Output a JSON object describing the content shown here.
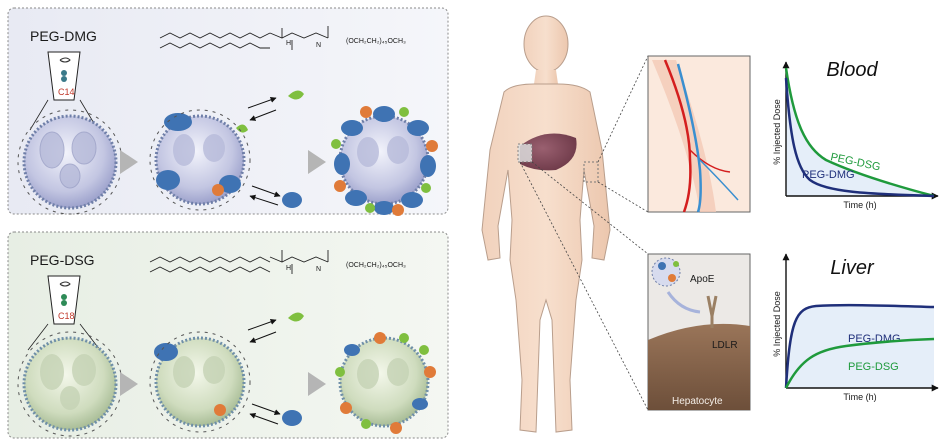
{
  "panels": {
    "top": {
      "peg_name": "PEG-DMG",
      "chain": "C14",
      "formula_tail": "(OCH₂CH₂)₄₅OCH₃"
    },
    "bottom": {
      "peg_name": "PEG-DSG",
      "chain": "C18",
      "formula_tail": "(OCH₂CH₂)₄₅OCH₃"
    }
  },
  "formula": {
    "h": "H",
    "n": "N"
  },
  "liver_cell": {
    "apoe": "ApoE",
    "ldlr": "LDLR",
    "hepatocyte": "Hepatocyte"
  },
  "charts": [
    {
      "title": "Blood",
      "ylabel": "% Injected Dose",
      "xlabel": "Time (h)",
      "series": [
        {
          "name": "PEG-DSG",
          "color": "#1f9a3c"
        },
        {
          "name": "PEG-DMG",
          "color": "#1f2f7a"
        }
      ]
    },
    {
      "title": "Liver",
      "ylabel": "% Injected Dose",
      "xlabel": "Time (h)",
      "series": [
        {
          "name": "PEG-DMG",
          "color": "#1f2f7a"
        },
        {
          "name": "PEG-DSG",
          "color": "#1f9a3c"
        }
      ]
    }
  ]
}
